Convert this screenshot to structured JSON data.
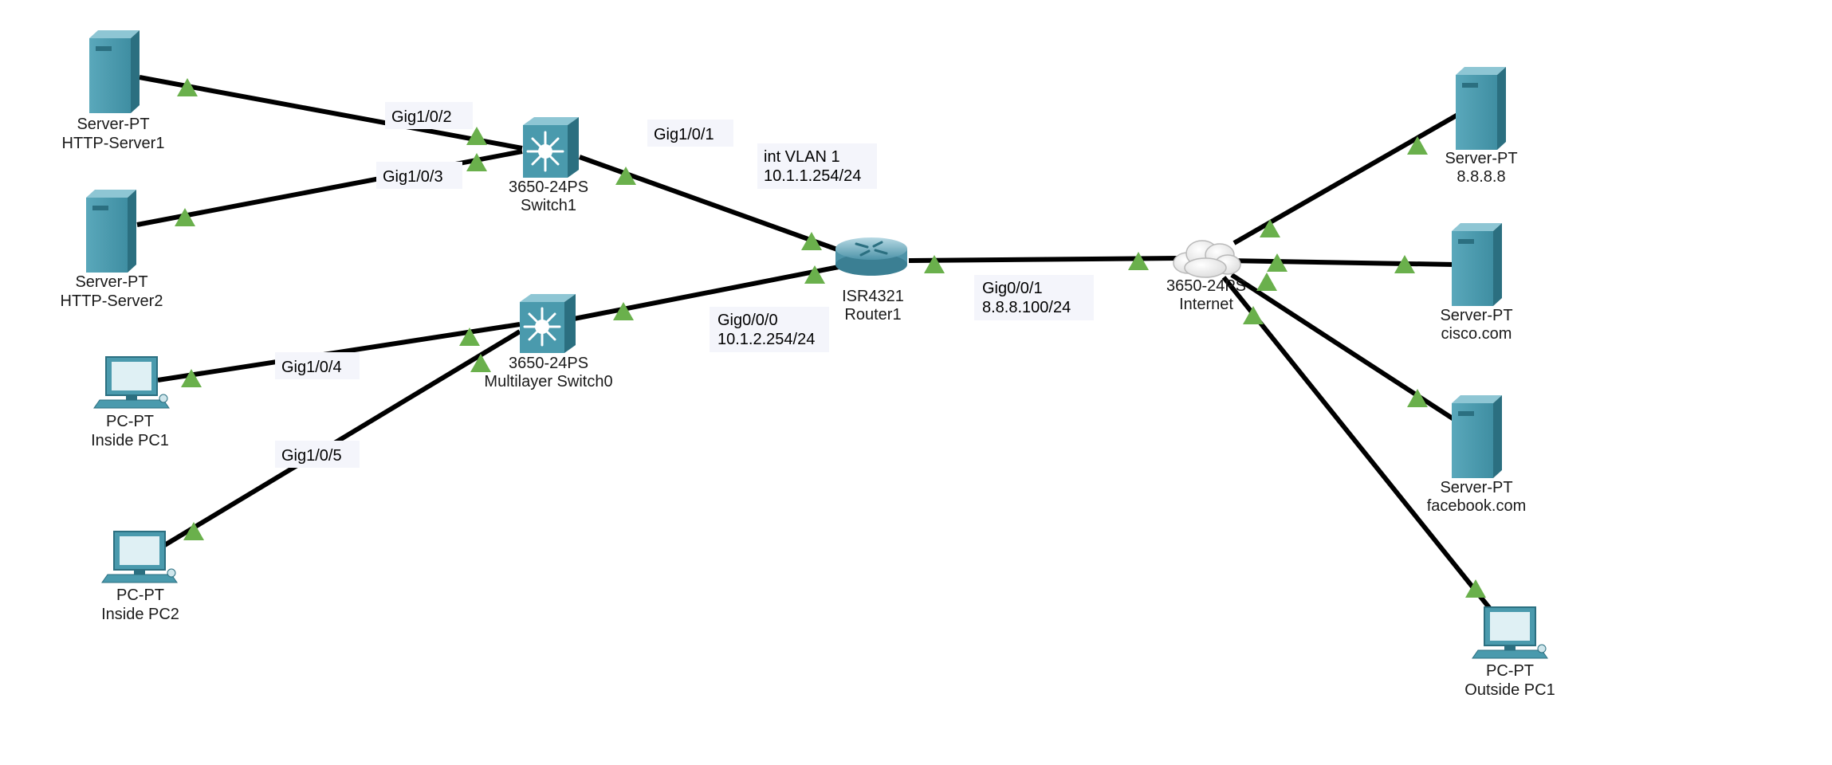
{
  "colors": {
    "link": "#000000",
    "link_up": "#6ab04c",
    "device_teal": "#4a9aad",
    "device_teal_dark": "#2b6f80",
    "label_bg": "#f4f5fb"
  },
  "devices": {
    "http_server1": {
      "icon": "server-icon",
      "model": "Server-PT",
      "name": "HTTP-Server1"
    },
    "http_server2": {
      "icon": "server-icon",
      "model": "Server-PT",
      "name": "HTTP-Server2"
    },
    "inside_pc1": {
      "icon": "pc-icon",
      "model": "PC-PT",
      "name": "Inside PC1"
    },
    "inside_pc2": {
      "icon": "pc-icon",
      "model": "PC-PT",
      "name": "Inside PC2"
    },
    "switch1": {
      "icon": "multilayer-switch-icon",
      "model": "3650-24PS",
      "name": "Switch1"
    },
    "switch0": {
      "icon": "multilayer-switch-icon",
      "model": "3650-24PS",
      "name": "Multilayer Switch0"
    },
    "router1": {
      "icon": "router-icon",
      "model": "ISR4321",
      "name": "Router1"
    },
    "internet": {
      "icon": "cloud-icon",
      "model": "3650-24PS",
      "name": "Internet"
    },
    "server_8888": {
      "icon": "server-icon",
      "model": "Server-PT",
      "name": "8.8.8.8"
    },
    "server_cisco": {
      "icon": "server-icon",
      "model": "Server-PT",
      "name": "cisco.com"
    },
    "server_facebook": {
      "icon": "server-icon",
      "model": "Server-PT",
      "name": "facebook.com"
    },
    "outside_pc1": {
      "icon": "pc-icon",
      "model": "PC-PT",
      "name": "Outside PC1"
    }
  },
  "labels": {
    "gig102": {
      "lines": [
        "Gig1/0/2"
      ]
    },
    "gig103": {
      "lines": [
        "Gig1/0/3"
      ]
    },
    "gig101": {
      "lines": [
        "Gig1/0/1"
      ]
    },
    "vlan1": {
      "lines": [
        "int VLAN 1",
        "10.1.1.254/24"
      ]
    },
    "gig104": {
      "lines": [
        "Gig1/0/4"
      ]
    },
    "gig105": {
      "lines": [
        "Gig1/0/5"
      ]
    },
    "gig000": {
      "lines": [
        "Gig0/0/0",
        "10.1.2.254/24"
      ]
    },
    "gig001": {
      "lines": [
        "Gig0/0/1",
        "8.8.8.100/24"
      ]
    }
  }
}
